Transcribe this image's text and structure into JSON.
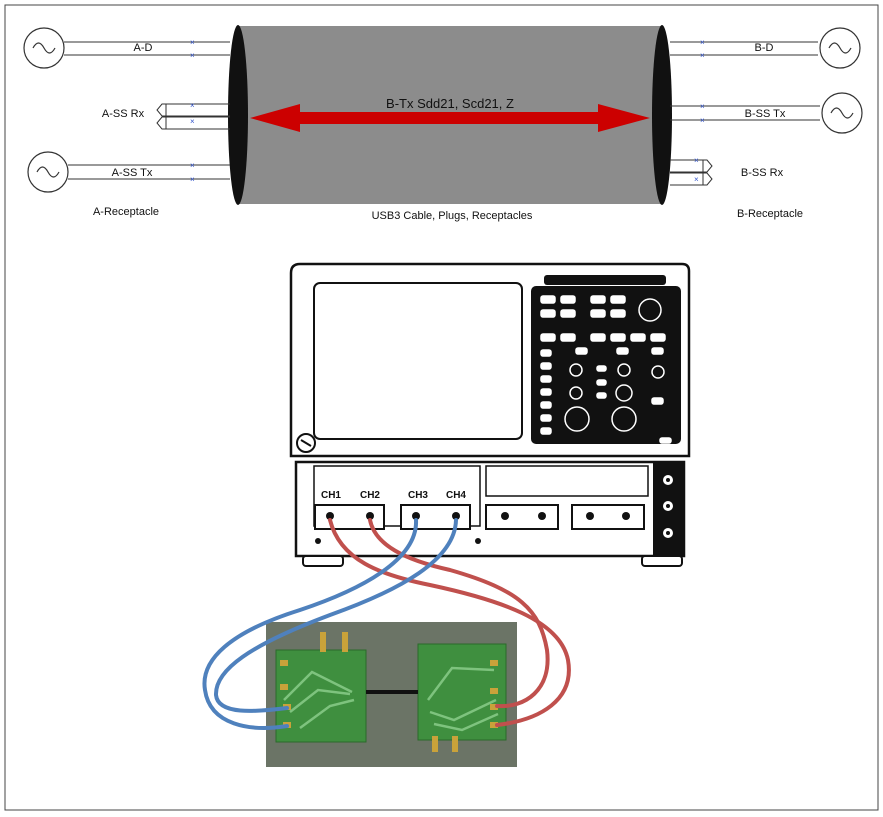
{
  "cable": {
    "title": "B-Tx Sdd21, Scd21, Z",
    "caption": "USB3 Cable, Plugs, Receptacles"
  },
  "left_side": {
    "receptacle_label": "A-Receptacle",
    "lines": [
      {
        "label": "A-D",
        "kind": "source"
      },
      {
        "label": "A-SS Rx",
        "kind": "receiver"
      },
      {
        "label": "A-SS Tx",
        "kind": "source"
      }
    ]
  },
  "right_side": {
    "receptacle_label": "B-Receptacle",
    "lines": [
      {
        "label": "B-D",
        "kind": "source"
      },
      {
        "label": "B-SS Tx",
        "kind": "source"
      },
      {
        "label": "B-SS Rx",
        "kind": "receiver"
      }
    ]
  },
  "scope": {
    "channels": [
      "CH1",
      "CH2",
      "CH3",
      "CH4"
    ]
  },
  "colors": {
    "cable_body": "#8c8c8c",
    "cable_end": "#111111",
    "arrow": "#cc0000",
    "coax_red": "#c0504d",
    "coax_blue": "#4f81bd",
    "board_bg": "#6b7466",
    "pcb": "#3f8f3f",
    "connector": "#c9a23a"
  }
}
